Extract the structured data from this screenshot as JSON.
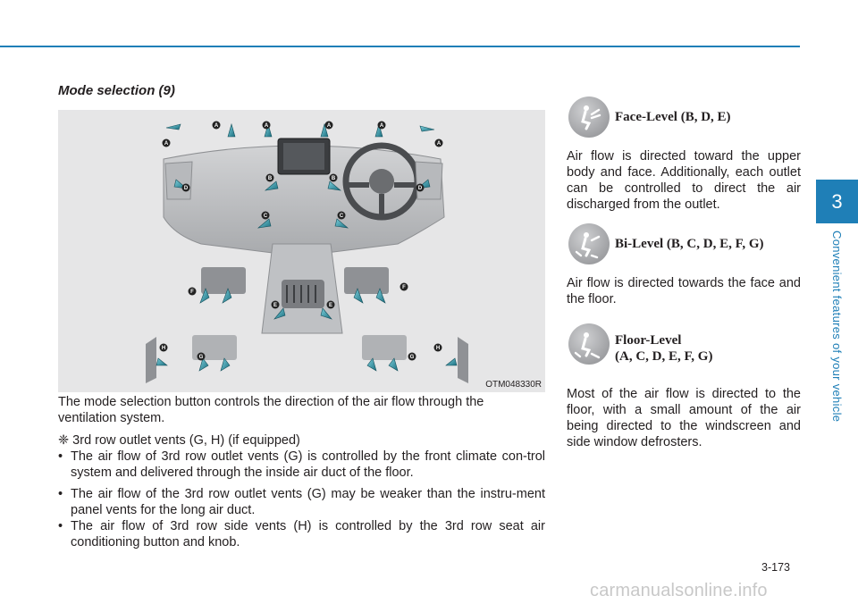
{
  "header": {
    "section_title": "Mode selection (9)"
  },
  "figure": {
    "code": "OTM048330R",
    "vent_labels": [
      "A",
      "A",
      "A",
      "A",
      "A",
      "A",
      "B",
      "B",
      "C",
      "C",
      "D",
      "D",
      "E",
      "E",
      "F",
      "F",
      "G",
      "G",
      "H",
      "H"
    ]
  },
  "body": {
    "intro": "The mode selection button controls the direction of the air flow through the ventilation system.",
    "note": "❈ 3rd row outlet vents (G, H) (if equipped)",
    "bullets": [
      {
        "mark": "•",
        "text": "The air flow of 3rd row outlet vents (G) is controlled by the front climate con-trol system and delivered through the inside air duct of the floor."
      },
      {
        "mark": "•",
        "text": "The air flow of the 3rd row outlet vents (G) may be weaker than the instru-ment panel vents for the long air duct."
      },
      {
        "mark": "•",
        "text": "The air flow of 3rd row side vents (H) is controlled by the 3rd row seat air conditioning button and knob."
      }
    ]
  },
  "modes": [
    {
      "icon": "face-level-icon",
      "heading": "Face-Level (B, D, E)",
      "description": "Air flow is directed toward the upper body and face. Additionally, each outlet can be controlled to direct the air discharged from the outlet."
    },
    {
      "icon": "bi-level-icon",
      "heading": "Bi-Level (B, C, D, E, F, G)",
      "description": "Air flow is directed towards the face and the floor."
    },
    {
      "icon": "floor-level-icon",
      "heading_line1": "Floor-Level",
      "heading_line2": "(A, C, D, E, F, G)",
      "description": "Most of the air flow is directed to the floor, with a small amount of the air being directed to the windscreen and side window defrosters."
    }
  ],
  "sidebar": {
    "chapter": "3",
    "caption": "Convenient features of your vehicle"
  },
  "footer": {
    "page": "3-173",
    "watermark": "carmanualsonline.info"
  },
  "colors": {
    "accent": "#1f7fb7",
    "arrow": "#2a93a6"
  }
}
